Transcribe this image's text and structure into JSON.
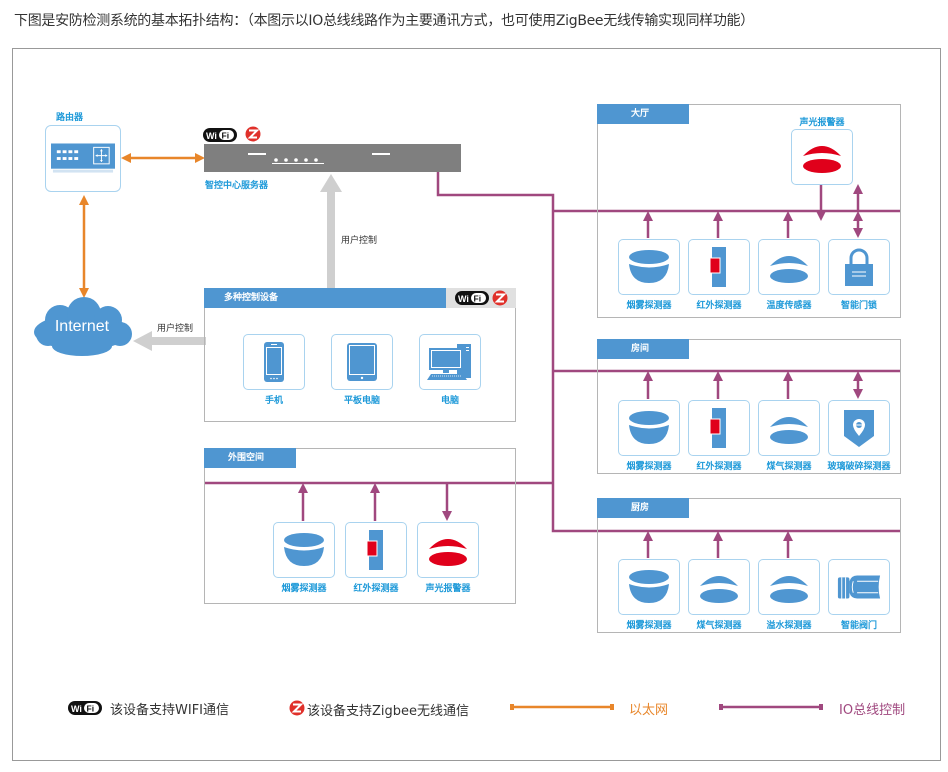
{
  "title": "下图是安防检测系统的基本拓扑结构：（本图示以IO总线线路作为主要通讯方式，也可使用ZigBee无线传输实现同样功能）",
  "colors": {
    "ethernet": "#e8862a",
    "io_bus": "#a0487f",
    "tab_blue": "#4f96d1",
    "label_blue": "#1f9ad9",
    "alarm_red": "#e0001b",
    "server_gray": "#7f7f7f",
    "user_arrow_gray": "#cfcfcf"
  },
  "router": {
    "label": "路由器",
    "icon": "router-icon"
  },
  "internet": {
    "label": "Internet",
    "icon": "cloud-icon"
  },
  "server": {
    "label": "智控中心服务器",
    "badges": [
      "wifi",
      "zigbee"
    ]
  },
  "arrows": {
    "user_control_up": "用户控制",
    "user_control_left": "用户控制"
  },
  "control_devices": {
    "title": "多种控制设备",
    "badges": [
      "wifi",
      "zigbee"
    ],
    "items": [
      {
        "label": "手机",
        "icon": "phone-icon"
      },
      {
        "label": "平板电脑",
        "icon": "tablet-icon"
      },
      {
        "label": "电脑",
        "icon": "computer-icon"
      }
    ]
  },
  "outer_space": {
    "title": "外围空间",
    "items": [
      {
        "label": "烟雾探测器",
        "icon": "smoke-detector-icon",
        "direction": "up"
      },
      {
        "label": "红外探测器",
        "icon": "infrared-detector-icon",
        "direction": "up"
      },
      {
        "label": "声光报警器",
        "icon": "alarm-icon",
        "direction": "down"
      }
    ]
  },
  "rooms": [
    {
      "title": "大厅",
      "alarm": {
        "label": "声光报警器",
        "icon": "alarm-icon",
        "direction": "up"
      },
      "items": [
        {
          "label": "烟雾探测器",
          "icon": "smoke-detector-icon",
          "direction": "up"
        },
        {
          "label": "红外探测器",
          "icon": "infrared-detector-icon",
          "direction": "up"
        },
        {
          "label": "温度传感器",
          "icon": "temperature-sensor-icon",
          "direction": "up"
        },
        {
          "label": "智能门锁",
          "icon": "lock-icon",
          "direction": "both"
        }
      ]
    },
    {
      "title": "房间",
      "items": [
        {
          "label": "烟雾探测器",
          "icon": "smoke-detector-icon",
          "direction": "up"
        },
        {
          "label": "红外探测器",
          "icon": "infrared-detector-icon",
          "direction": "up"
        },
        {
          "label": "煤气探测器",
          "icon": "gas-detector-icon",
          "direction": "up"
        },
        {
          "label": "玻璃破碎探测器",
          "icon": "glass-break-detector-icon",
          "direction": "both"
        }
      ]
    },
    {
      "title": "厨房",
      "items": [
        {
          "label": "烟雾探测器",
          "icon": "smoke-detector-icon",
          "direction": "up"
        },
        {
          "label": "煤气探测器",
          "icon": "gas-detector-icon",
          "direction": "up"
        },
        {
          "label": "溢水探测器",
          "icon": "water-leak-detector-icon",
          "direction": "up"
        },
        {
          "label": "智能阀门",
          "icon": "valve-icon",
          "direction": "both"
        }
      ]
    }
  ],
  "legend": {
    "wifi": "该设备支持WIFI通信",
    "zigbee": "该设备支持Zigbee无线通信",
    "ethernet": "以太网",
    "io_bus": "IO总线控制"
  }
}
